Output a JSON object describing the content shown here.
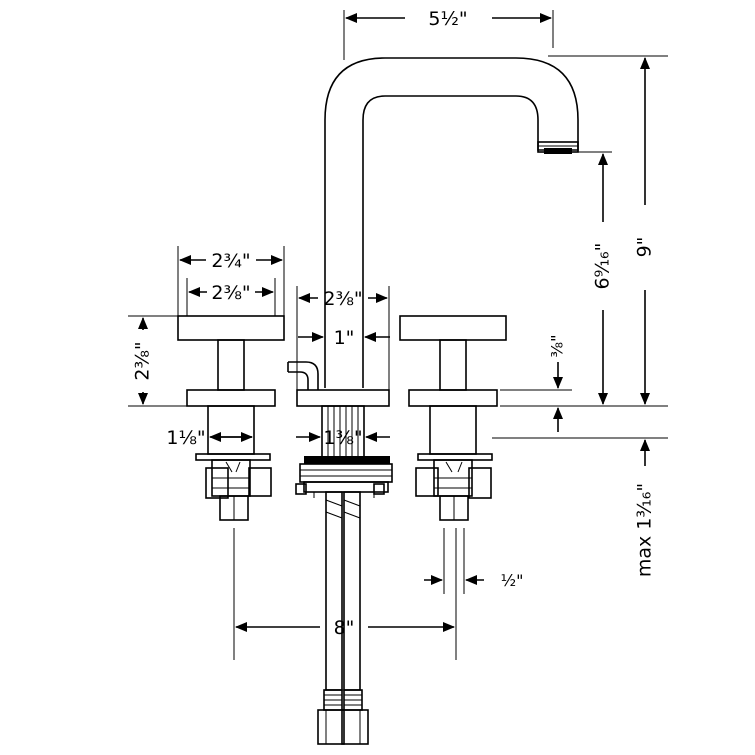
{
  "dimensions": {
    "spout_reach": "5½\"",
    "height_total": "9\"",
    "spout_height": "6⁹⁄₁₆\"",
    "handle_width_outer": "2¾\"",
    "handle_width_inner": "2⅜\"",
    "spout_base_width": "2⅜\"",
    "handle_height": "2⅜\"",
    "pop_up_offset": "1\"",
    "deck_gap": "⅜\"",
    "handle_shank": "1⅛\"",
    "spout_shank": "1⅜\"",
    "max_deck_thickness": "max 1³⁄₁₆\"",
    "center_spread": "8\"",
    "connection_width": "½\""
  }
}
